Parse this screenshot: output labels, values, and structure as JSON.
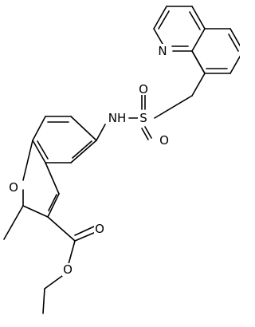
{
  "molecule": {
    "atoms": {
      "n_quinoline": "N",
      "s_sulfonyl": "S",
      "o_sulfonyl_left": "O",
      "o_sulfonyl_right": "O",
      "nh_amide": "NH",
      "o_furan": "O",
      "o_carbonyl": "O",
      "o_ester": "O"
    }
  }
}
